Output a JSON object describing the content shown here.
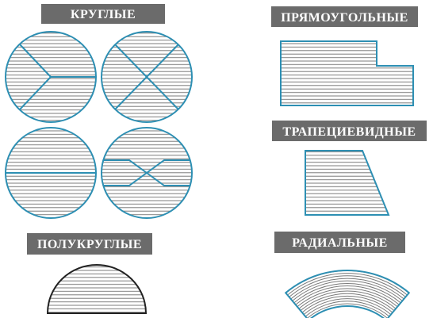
{
  "labels": {
    "round": "КРУГЛЫЕ",
    "rectangular": "ПРЯМОУГОЛЬНЫЕ",
    "trapezoid": "ТРАПЕЦИЕВИДНЫЕ",
    "semicircular": "ПОЛУКРУГЛЫЕ",
    "radial": "РАДИАЛЬНЫЕ"
  },
  "colors": {
    "label_bg": "#6b6b6b",
    "label_text": "#ffffff",
    "outline": "#2d8fb3",
    "hatch": "#7a7a7a"
  },
  "icons": {
    "round_1": "circle-y-split-icon",
    "round_2": "circle-x-split-icon",
    "round_3": "circle-horizontal-split-icon",
    "round_4": "circle-crossed-channel-icon",
    "rectangular": "rectangle-notched-icon",
    "trapezoid": "trapezoid-icon",
    "semicircular": "semicircle-icon",
    "radial": "radial-arc-icon"
  }
}
